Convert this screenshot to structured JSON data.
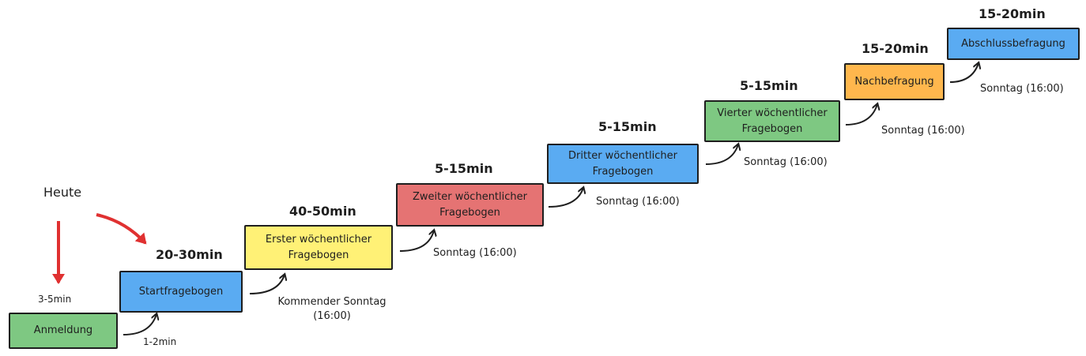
{
  "colors": {
    "green": "#7ec882",
    "blue": "#5aabf2",
    "yellow": "#fff176",
    "red": "#e57373",
    "orange": "#ffb74d",
    "red_arrow": "#e03131"
  },
  "heute": "Heute",
  "steps": [
    {
      "label": "Anmeldung",
      "duration": "3-5min",
      "color": "#7ec882"
    },
    {
      "label": "Startfragebogen",
      "duration": "20-30min",
      "color": "#5aabf2"
    },
    {
      "label": "Erster wöchentlicher Fragebogen",
      "duration": "40-50min",
      "color": "#fff176"
    },
    {
      "label": "Zweiter wöchentlicher Fragebogen",
      "duration": "5-15min",
      "color": "#e57373"
    },
    {
      "label": "Dritter wöchentlicher Fragebogen",
      "duration": "5-15min",
      "color": "#5aabf2"
    },
    {
      "label": "Vierter wöchentlicher Fragebogen",
      "duration": "5-15min",
      "color": "#7ec882"
    },
    {
      "label": "Nachbefragung",
      "duration": "15-20min",
      "color": "#ffb74d"
    },
    {
      "label": "Abschlussbefragung",
      "duration": "15-20min",
      "color": "#5aabf2"
    }
  ],
  "transitions": [
    {
      "label": "1-2min"
    },
    {
      "label": "Kommender Sonntag (16:00)"
    },
    {
      "label": "Sonntag (16:00)"
    },
    {
      "label": "Sonntag (16:00)"
    },
    {
      "label": "Sonntag (16:00)"
    },
    {
      "label": "Sonntag (16:00)"
    },
    {
      "label": "Sonntag (16:00)"
    }
  ]
}
